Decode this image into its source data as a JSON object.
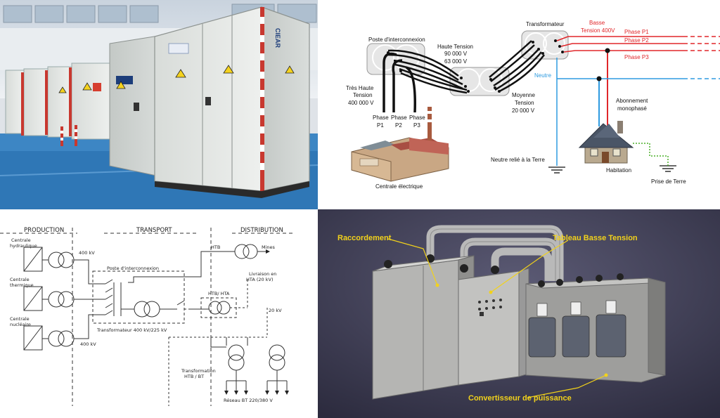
{
  "photo": {
    "brand": "CIEAR"
  },
  "network": {
    "poste_label": "Poste d'interconnexion",
    "tht_label": [
      "Très Haute",
      "Tension",
      "400 000 V"
    ],
    "phase_labels": [
      [
        "Phase",
        "P1"
      ],
      [
        "Phase",
        "P2"
      ],
      [
        "Phase",
        "P3"
      ]
    ],
    "ht_label": [
      "Haute Tension",
      "90 000 V",
      "63 000 V"
    ],
    "mt_label": [
      "Moyenne",
      "Tension",
      "20 000 V"
    ],
    "transformateur_label": "Transformateur",
    "bt_label": [
      "Basse",
      "Tension 400V"
    ],
    "bt_phases": [
      "Phase P1",
      "Phase P2",
      "Phase P3"
    ],
    "neutre_label": "Neutre",
    "neutre_terre_label": "Neutre relié à la Terre",
    "abonnement_label": [
      "Abonnement",
      "monophasé"
    ],
    "habitation_label": "Habitation",
    "prise_label": "Prise de Terre",
    "centrale_label": "Centrale électrique",
    "colors": {
      "phase": "#e0262a",
      "neutre": "#2e9be0",
      "terre": "#4caf2a",
      "conductor": "#111111"
    }
  },
  "sketch": {
    "headers": [
      "PRODUCTION",
      "TRANSPORT",
      "DISTRIBUTION"
    ],
    "centrales": [
      [
        "Centrale",
        "hydraulique"
      ],
      [
        "Centrale",
        "thermique"
      ],
      [
        "Centrale",
        "nucléaire"
      ]
    ],
    "v400_top": "400 kV",
    "v400_bottom": "400 kV",
    "poste_label": "Poste d'interconnexion",
    "transfo_400_225": "Transformateur 400 kV/225 kV",
    "htb_label": "HTB",
    "mines_label": "Mines",
    "livraison_label": [
      "Livraison en",
      "HTA (20 kV)"
    ],
    "htb_hta_label": "HTB/ HTA",
    "v20_label": "20 kV",
    "transfo_htb_bt": [
      "Transformation",
      "HTB / BT"
    ],
    "reseau_label": "Réseau BT 220/380 V"
  },
  "render": {
    "raccordement": "Raccordement",
    "tableau": "Tableau Basse Tension",
    "convertisseur": "Convertisseur de puissance",
    "callout_color": "#f2d21b"
  }
}
